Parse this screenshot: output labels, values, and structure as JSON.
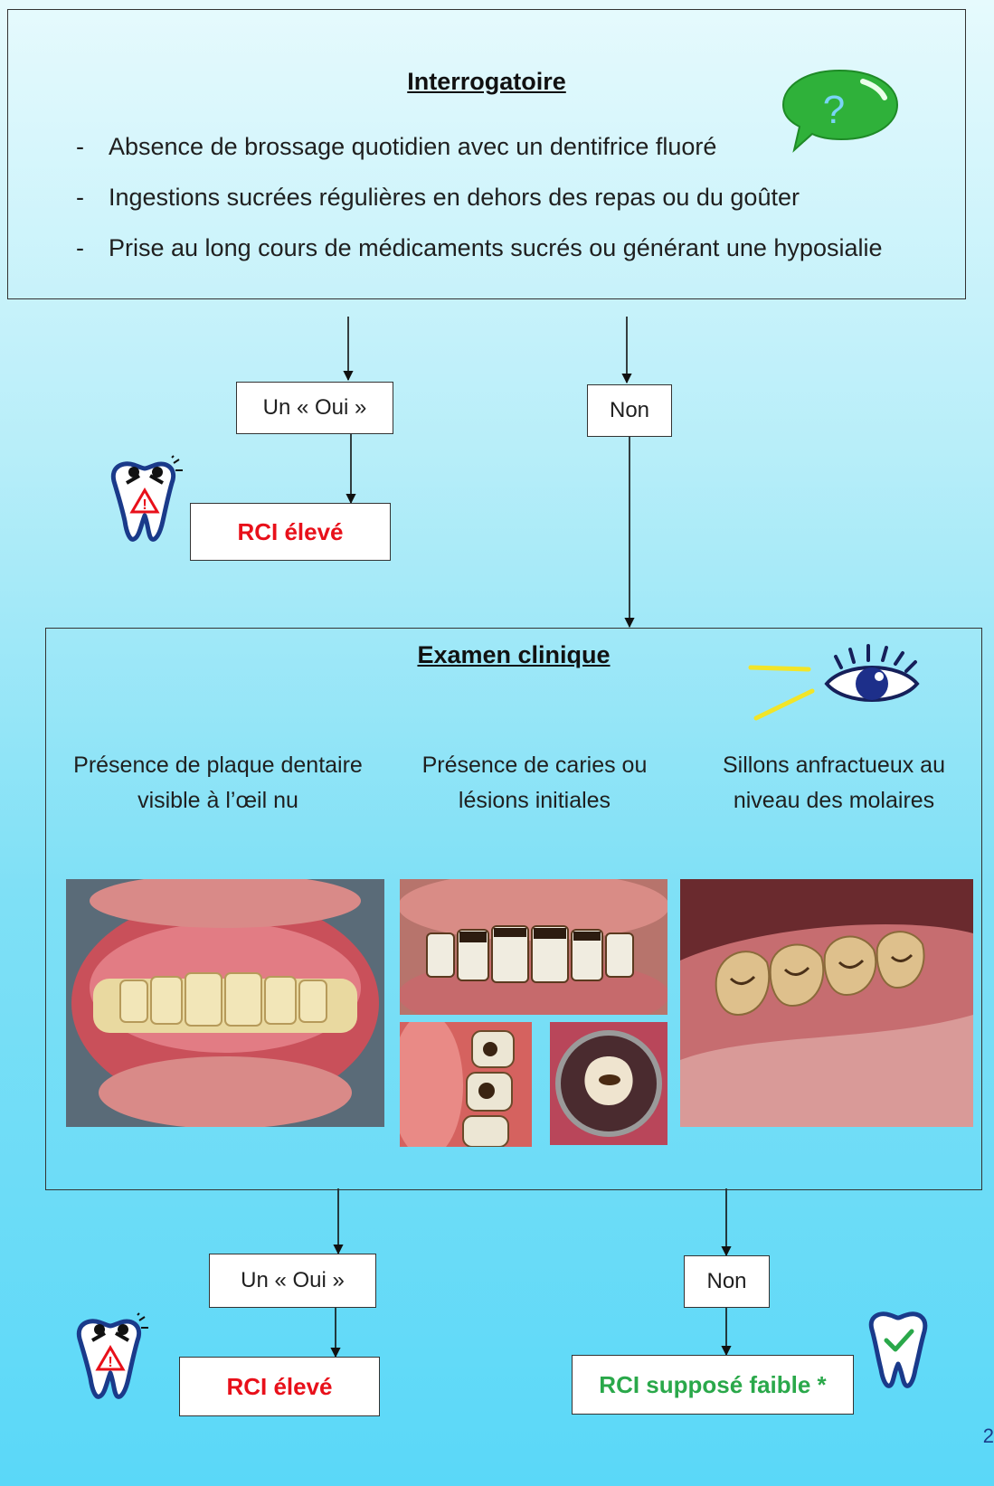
{
  "interrogatoire": {
    "title": "Interrogatoire",
    "items": [
      "Absence de brossage quotidien avec un dentifrice fluoré",
      "Ingestions sucrées régulières en dehors des repas ou du goûter",
      "Prise au long cours de médicaments sucrés ou générant une hyposialie"
    ],
    "dash": "-"
  },
  "branch1": {
    "yes": "Un « Oui »",
    "no": "Non",
    "result": "RCI élevé"
  },
  "examen": {
    "title": "Examen clinique",
    "criteria": [
      {
        "line1": "Présence de plaque dentaire",
        "line2": "visible à l’œil nu"
      },
      {
        "line1": "Présence de caries ou",
        "line2": "lésions initiales"
      },
      {
        "line1": "Sillons anfractueux au",
        "line2": "niveau des molaires"
      }
    ]
  },
  "branch2": {
    "yes": "Un « Oui »",
    "no": "Non",
    "result_high": "RCI élevé",
    "result_low": "RCI supposé faible *"
  },
  "page_number": "2",
  "colors": {
    "high": "#e8101a",
    "low": "#2aa84a",
    "border": "#333333",
    "tooth_outline": "#1a3a8a"
  },
  "icons": [
    "question-bubble-icon",
    "tooth-warning-icon",
    "eye-icon",
    "tooth-check-icon"
  ]
}
